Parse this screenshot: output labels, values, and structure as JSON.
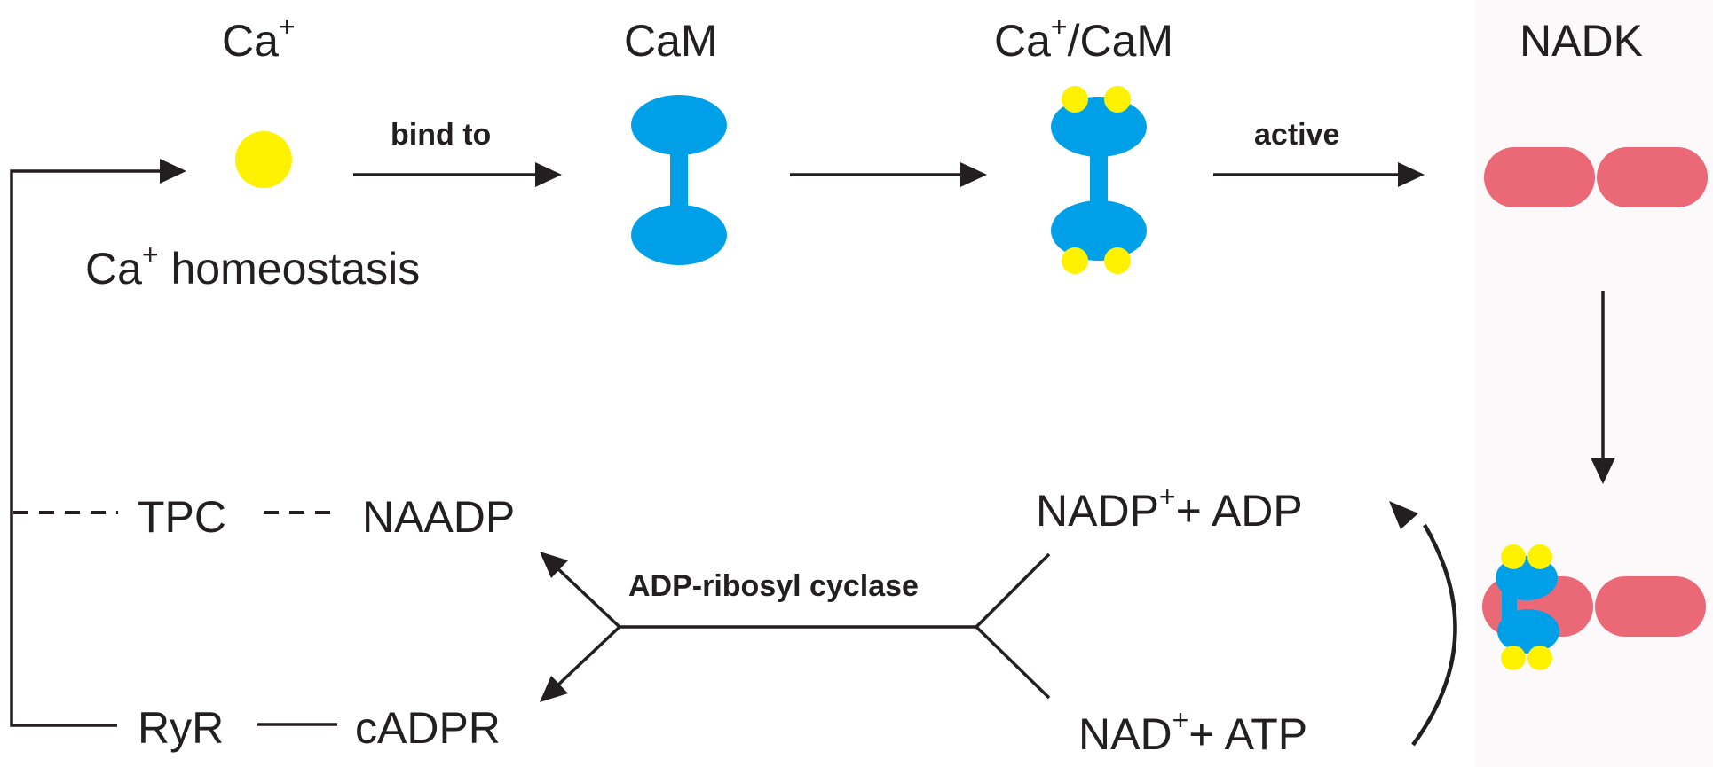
{
  "labels": {
    "ca": "Ca",
    "cam": "CaM",
    "ca_cam_a": "Ca",
    "ca_cam_b": "/CaM",
    "nadk": "NADK",
    "bind_to": "bind to",
    "active": "active",
    "homeostasis_a": "Ca",
    "homeostasis_b": " homeostasis",
    "tpc": "TPC",
    "naadp": "NAADP",
    "ryr": "RyR",
    "cadpr": "cADPR",
    "adp_ribosyl_cyclase": "ADP-ribosyl cyclase",
    "nadp_a": "NADP",
    "nadp_b": "+ ADP",
    "nad_a": "NAD",
    "nad_b": "+ ATP",
    "plus": "+"
  },
  "colors": {
    "calcium": "#fff200",
    "calmodulin": "#00a0e9",
    "nadk": "#eb6877",
    "panel": "#fcf9fa",
    "line": "#231f20"
  }
}
